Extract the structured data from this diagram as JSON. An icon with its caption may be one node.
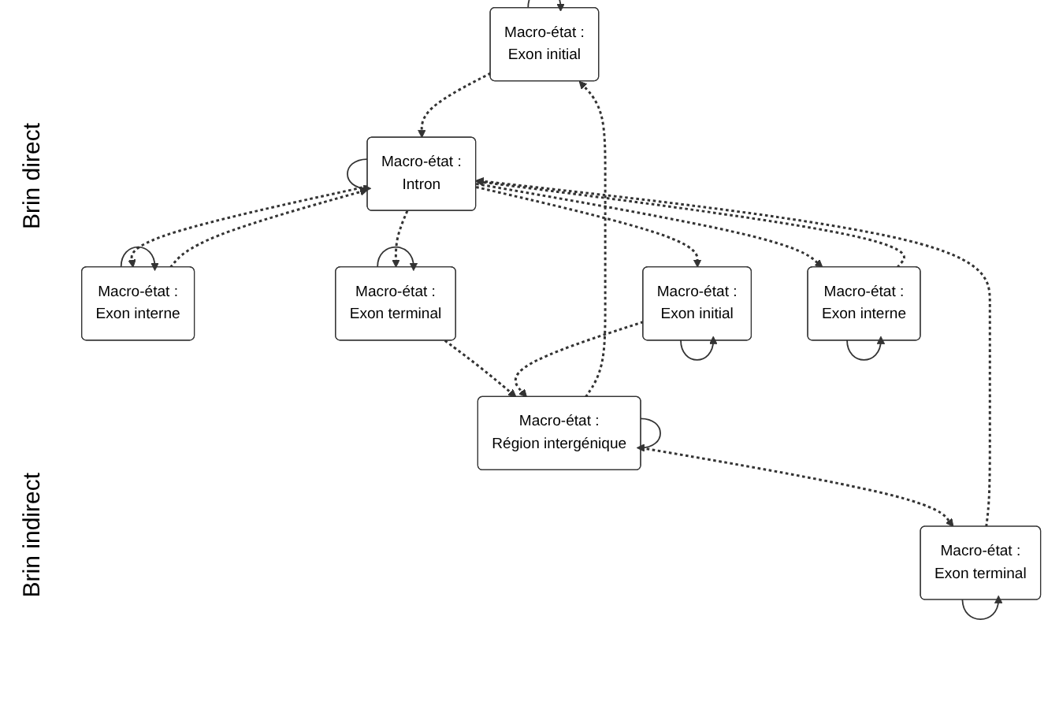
{
  "diagram": {
    "nodes": [
      {
        "text": [
          "Macro-état :",
          "Exon initial"
        ]
      },
      {
        "text": [
          "Macro-état :",
          "Exon interne"
        ]
      },
      {
        "text": [
          "Macro-état :",
          "Exon terminal"
        ]
      },
      {
        "text": [
          "Macro-état :",
          "Intron"
        ]
      },
      {
        "text": [
          "Macro-état :",
          "Région intergénique"
        ]
      },
      {
        "text": [
          "Macro-état :",
          "Exon initial"
        ]
      },
      {
        "text": [
          "Macro-état :",
          "Exon interne"
        ]
      },
      {
        "text": [
          "Macro-état :",
          "Exon terminal"
        ]
      }
    ],
    "edges": [
      {
        "from": 0,
        "to": 3,
        "arrow": "to",
        "style": "dashed"
      },
      {
        "from": 1,
        "to": 3,
        "arrow": "to",
        "style": "dashed"
      },
      {
        "from": 3,
        "to": 1,
        "arrow": "to",
        "style": "dashed"
      },
      {
        "from": 3,
        "to": 2,
        "arrow": "to",
        "style": "dashed"
      },
      {
        "from": 2,
        "to": 4,
        "arrow": "to",
        "style": "dashed"
      },
      {
        "from": 4,
        "to": 0,
        "arrow": "to",
        "style": "dashed"
      },
      {
        "from": 3,
        "to": 5,
        "arrow": "to",
        "style": "dashed"
      },
      {
        "from": 5,
        "to": 4,
        "arrow": "to",
        "style": "dashed"
      },
      {
        "from": 3,
        "to": 6,
        "arrow": "to",
        "style": "dashed"
      },
      {
        "from": 6,
        "to": 3,
        "arrow": "to",
        "style": "dashed"
      },
      {
        "from": 7,
        "to": 3,
        "arrow": "to",
        "style": "dashed"
      },
      {
        "from": 4,
        "to": 7,
        "arrow": "to",
        "style": "dashed"
      },
      {
        "from": 0,
        "to": 0,
        "arrow": "to"
      },
      {
        "from": 1,
        "to": 1,
        "arrow": "to"
      },
      {
        "from": 2,
        "to": 2,
        "arrow": "to"
      },
      {
        "from": 3,
        "to": 3,
        "arrow": "to"
      },
      {
        "from": 4,
        "to": 4,
        "arrow": "to"
      },
      {
        "from": 5,
        "to": 5,
        "arrow": "to"
      },
      {
        "from": 6,
        "to": 6,
        "arrow": "to"
      },
      {
        "from": 7,
        "to": 7,
        "arrow": "to"
      }
    ],
    "labels": [
      "Brin direct",
      "Brin indirect"
    ]
  }
}
